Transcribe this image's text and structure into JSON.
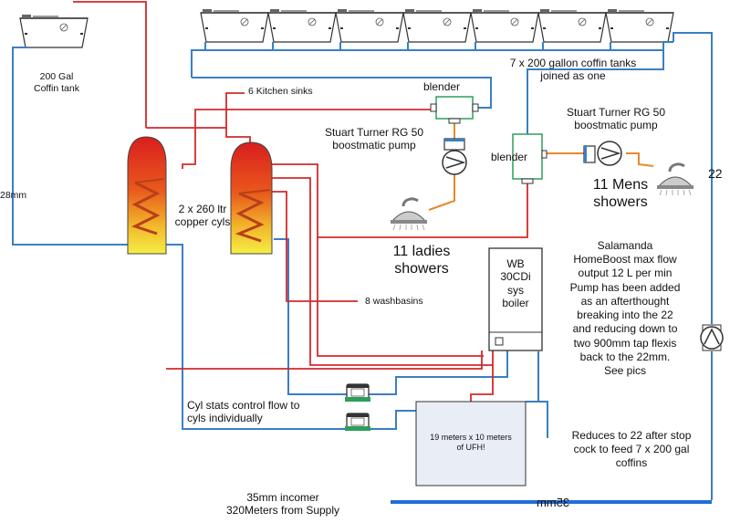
{
  "labels": {
    "coffin_tank_single": "200 Gal\nCoffin tank",
    "kitchen_sinks": "6 Kitchen sinks",
    "blender_top": "blender",
    "pump_left": "Stuart Turner RG 50\nboostmatic pump",
    "coffin_tanks_group": "7 x 200 gallon coffin tanks\njoined as one",
    "pump_right": "Stuart Turner RG 50\nboostmatic pump",
    "blender_right": "blender",
    "mens_showers": "11 Mens\nshowers",
    "pipe_22": "22",
    "pipe_28mm": "28mm",
    "cylinders": "2 x 260 ltr\ncopper cyls",
    "ladies_showers": "11 ladies\nshowers",
    "boiler": "WB\n30CDi\nsys\nboiler",
    "salamanda_note": "Salamanda\nHomeBoost max flow\noutput 12 L per min\nPump has been added\nas an afterthought\nbreaking into the 22\nand reducing down to\ntwo 900mm tap flexis\nback to the 22mm.\nSee pics",
    "washbasins": "8 washbasins",
    "cyl_stats": "Cyl stats control flow to\ncyls individually",
    "ufh": "19 meters x 10 meters\nof UFH!",
    "reduces_note": "Reduces to 22 after stop\ncock to feed 7 x 200 gal\ncoffins",
    "incomer": "35mm incomer\n320Meters from Supply",
    "pipe_35mm_mirrored": "35mm"
  },
  "colors": {
    "hot_pipe": "#d42a2a",
    "cold_pipe": "#3a7fc4",
    "mains_pipe": "#1f6fd6",
    "pump_pipe": "#e8892a",
    "cyl_top": "#d81e1e",
    "cyl_bottom": "#f5ee44",
    "coil": "#b8401a",
    "valve_green": "#2e9e5a",
    "ufh_fill": "#e9edf6"
  }
}
